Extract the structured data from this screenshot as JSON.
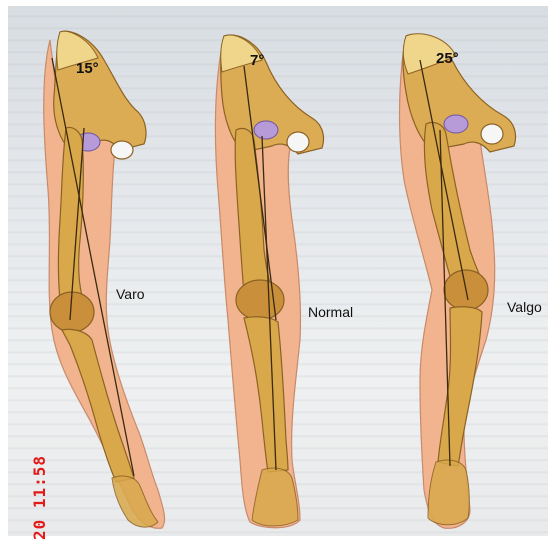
{
  "panels": [
    {
      "condition": "Varo",
      "angle": "15°"
    },
    {
      "condition": "Normal",
      "angle": "7°"
    },
    {
      "condition": "Valgo",
      "angle": "25°"
    }
  ],
  "timestamp": "20 11:58",
  "colors": {
    "skin": "#f2b48e",
    "bone": "#d9a84a",
    "bone_dark": "#a8772a",
    "pelvis_light": "#f0d68a",
    "cartilage": "#b79ad8",
    "timestamp": "#e21a1a"
  }
}
